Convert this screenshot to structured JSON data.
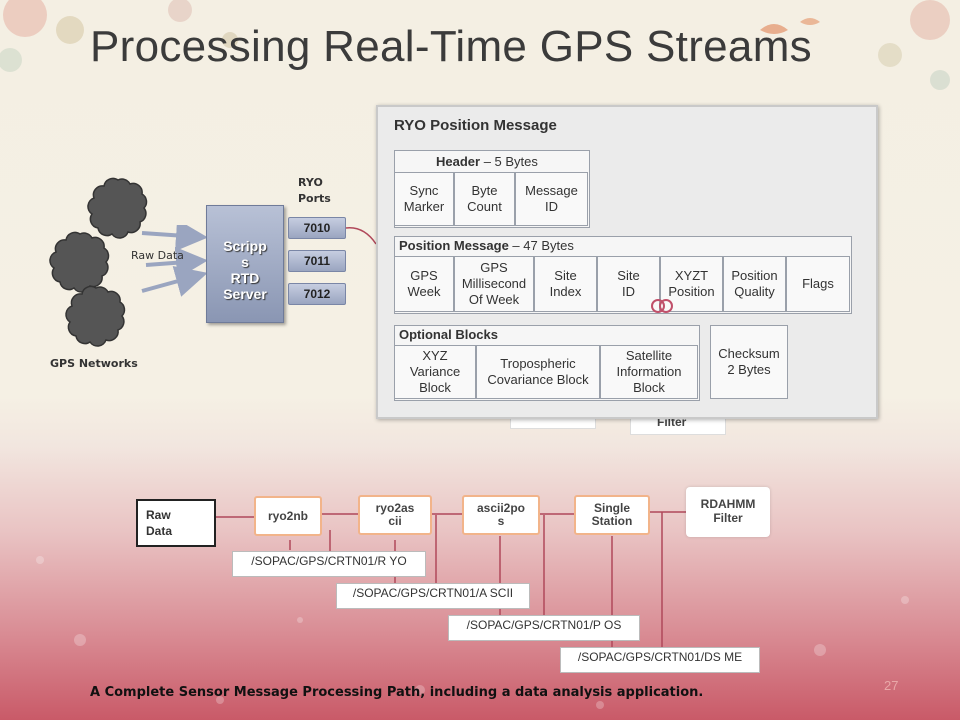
{
  "title": "Processing Real-Time GPS Streams",
  "left_diagram": {
    "ryo_ports_label": "RYO\nPorts",
    "raw_data_label": "Raw Data",
    "gps_networks_label": "GPS Networks",
    "server_label": "Scripp\ns\nRTD\nServer",
    "ports": [
      "7010",
      "7011",
      "7012"
    ]
  },
  "ryo_message": {
    "title": "RYO Position Message",
    "header": {
      "title": "Header",
      "size": " – 5 Bytes",
      "fields": [
        "Sync\nMarker",
        "Byte\nCount",
        "Message\nID"
      ]
    },
    "position": {
      "title": "Position Message",
      "size": " – 47 Bytes",
      "fields": [
        "GPS\nWeek",
        "GPS\nMillisecond\nOf Week",
        "Site\nIndex",
        "Site\nID",
        "XYZT\nPosition",
        "Position\nQuality",
        "Flags"
      ]
    },
    "optional": {
      "title": "Optional Blocks",
      "fields": [
        "XYZ\nVariance\nBlock",
        "Tropospheric\nCovariance Block",
        "Satellite\nInformation\nBlock"
      ]
    },
    "checksum": "Checksum\n2 Bytes"
  },
  "obscured_label": "Filter",
  "pipeline": {
    "raw_data": "Raw\nData",
    "filters": [
      "ryo2nb",
      "ryo2as\ncii",
      "ascii2po\ns",
      "Single\nStation"
    ],
    "rdahmm": "RDAHMM\nFilter",
    "topics": [
      "/SOPAC/GPS/CRTN01/R\nYO",
      "/SOPAC/GPS/CRTN01/A\nSCII",
      "/SOPAC/GPS/CRTN01/P\nOS",
      "/SOPAC/GPS/CRTN01/DS\nME"
    ]
  },
  "caption": "A Complete Sensor Message Processing Path, including a data analysis application.",
  "page_number": "27",
  "colors": {
    "pipeline_box_border": "#f2b48a",
    "connector_line": "#b0485a",
    "port_fill": "#aab4cc"
  }
}
